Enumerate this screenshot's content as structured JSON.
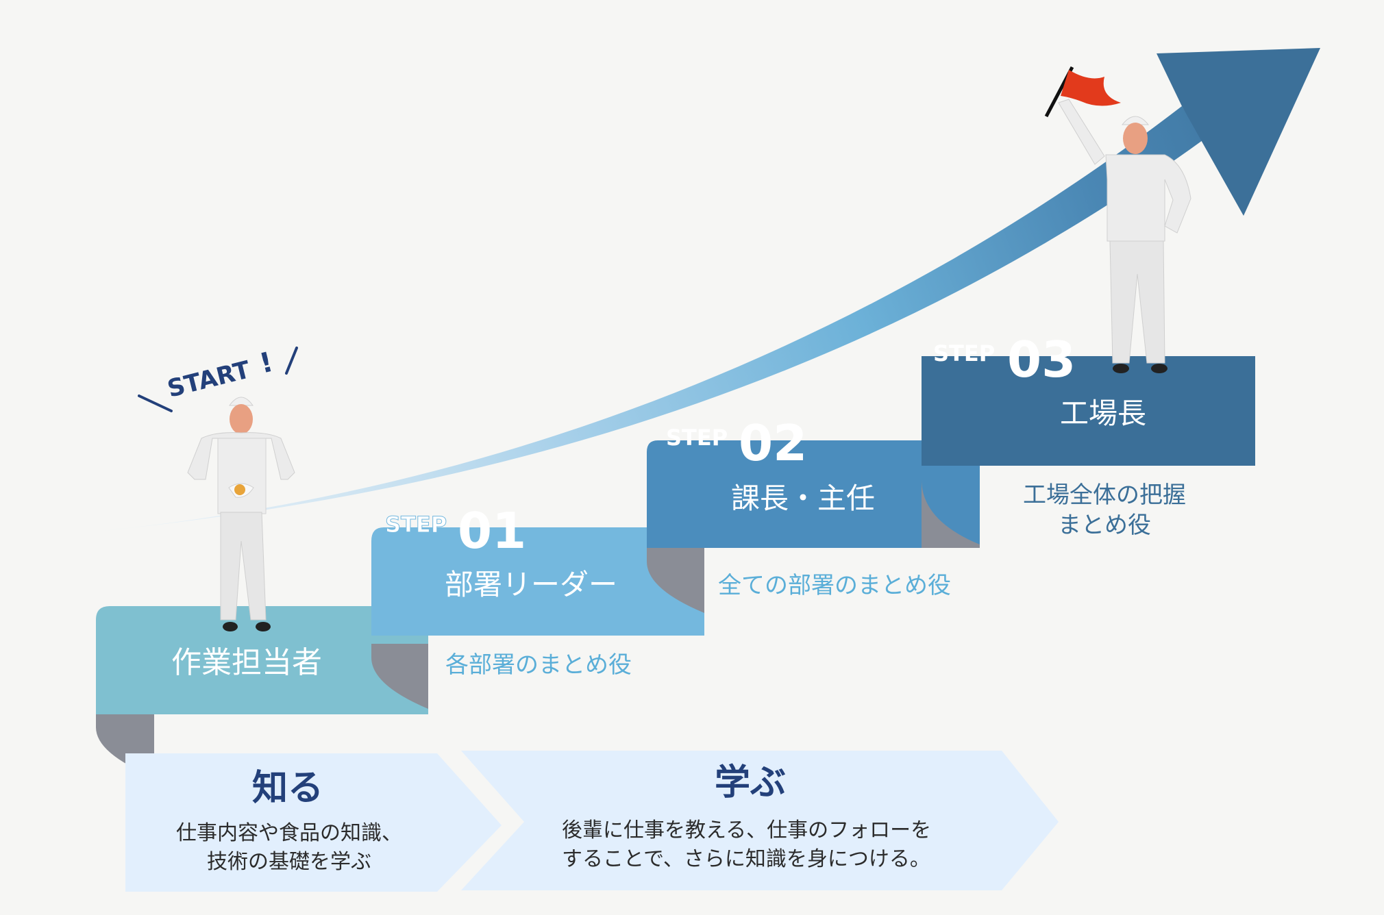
{
  "start": {
    "label": "START",
    "exclaim": "!"
  },
  "steps": [
    {
      "role": "作業担当者",
      "step_word": "",
      "step_num": "",
      "desc": ""
    },
    {
      "role": "部署リーダー",
      "step_word": "STEP",
      "step_num": "01",
      "desc": "各部署のまとめ役"
    },
    {
      "role": "課長・主任",
      "step_word": "STEP",
      "step_num": "02",
      "desc": "全ての部署のまとめ役"
    },
    {
      "role": "工場長",
      "step_word": "STEP",
      "step_num": "03",
      "desc_lines": [
        "工場全体の把握",
        "まとめ役"
      ]
    }
  ],
  "phases": [
    {
      "title": "知る",
      "lines": [
        "仕事内容や食品の知識、",
        "技術の基礎を学ぶ"
      ]
    },
    {
      "title": "学ぶ",
      "lines": [
        "後輩に仕事を教える、仕事のフォローを",
        "することで、さらに知識を身につける。"
      ]
    }
  ],
  "colors": {
    "step0": "#7fc0d0",
    "step1": "#74b8de",
    "step2": "#4b8dbd",
    "step3": "#3b6f98",
    "fold": "#8a8d96",
    "arrow": "#3c7099",
    "desc_text": "#5aaed8",
    "desc_text_dark": "#3b6f98",
    "phase_bg": "#e2effd",
    "phase_title": "#23407a",
    "body_text": "#2b2b2b",
    "flag": "#e23a1c"
  }
}
